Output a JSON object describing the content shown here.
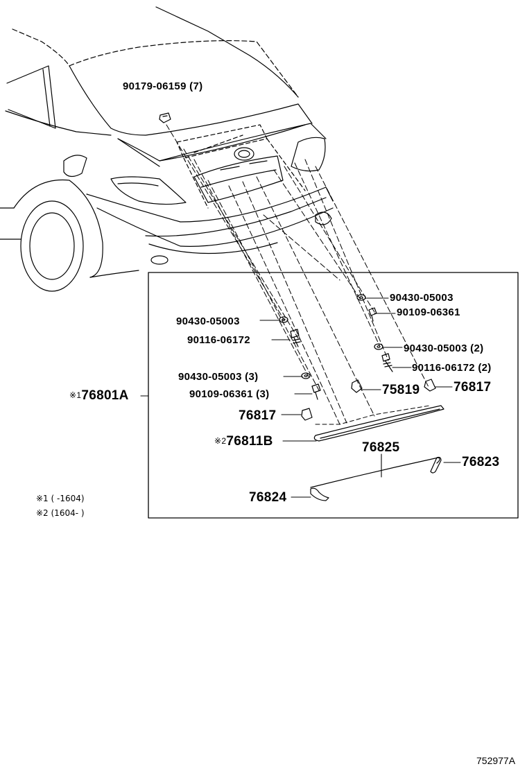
{
  "parts": {
    "p_90179": "90179-06159 (7)",
    "p_90430_top_right": "90430-05003",
    "p_90109_top_right": "90109-06361",
    "p_90430_left": "90430-05003",
    "p_90116_left": "90116-06172",
    "p_90430_right_2": "90430-05003 (2)",
    "p_90116_right_2": "90116-06172 (2)",
    "p_90430_left_3": "90430-05003 (3)",
    "p_75819": "75819",
    "p_76817_right": "76817",
    "p_90109_left_3": "90109-06361 (3)",
    "p_76801a_mark": "※1",
    "p_76801a": "76801A",
    "p_76817_left": "76817",
    "p_76811b_mark": "※2",
    "p_76811b": "76811B",
    "p_76825": "76825",
    "p_76823": "76823",
    "p_76824": "76824"
  },
  "notes": {
    "note1": "※1 (      -1604)",
    "note2": "※2 (1604-      )"
  },
  "reference": "752977A",
  "colors": {
    "line": "#000000",
    "background": "#ffffff"
  }
}
